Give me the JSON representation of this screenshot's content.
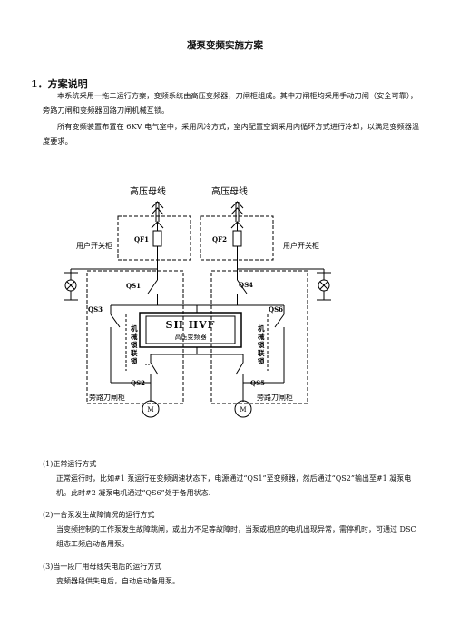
{
  "document": {
    "title": "凝泵变频实施方案",
    "section_heading": "1．方案说明",
    "paragraph1": "本系统采用一拖二运行方案，变频系统由高压变频器，刀闸柜组成。其中刀闸柜均采用手动刀闸（安全可靠），旁路刀闸和变频器回路刀闸机械互锁。",
    "paragraph2": "所有变频装置布置在 6KV 电气室中，采用风冷方式，室内配置空调采用内循环方式进行冷却，以满足变频器温度要求。",
    "item1_title": "(1)正常运行方式",
    "item1_text": "正常运行时，比如#1 泵运行在变频调速状态下，电源通过“QS1”至变频器，然后通过“QS2”输出至#1 凝泵电机。此时#2 凝泵电机通过“QS6”处于备用状态.",
    "item2_title": "(2)一台泵发生故障情况的运行方式",
    "item2_text": "当变频控制的工作泵发生故障跳闸，或出力不足等故障时，当泵或相应的电机出现异常，需停机时，可通过 DSC 组态工频启动备用泵。",
    "item3_title": "(3)当一段厂用母线失电后的运行方式",
    "item3_text": "变频器段供失电后，自动启动备用泵。"
  },
  "diagram": {
    "bus_left": "高压母线",
    "bus_right": "高压母线",
    "user_cabinet_left": "用户开关柜",
    "user_cabinet_right": "用户开关柜",
    "qf1": "QF1",
    "qf2": "QF2",
    "qs1": "QS1",
    "qs2": "QS2",
    "qs3": "QS3",
    "qs4": "QS4",
    "qs5": "QS5",
    "qs6": "QS6",
    "vfd_title": "SH HVF",
    "vfd_subtitle": "高压变频器",
    "interlock_left": [
      "机",
      "械",
      "锁",
      "联",
      "锁"
    ],
    "interlock_right": [
      "机",
      "械",
      "锁",
      "联",
      "锁"
    ],
    "bypass_left": "旁路刀闸柜",
    "bypass_right": "旁路刀闸柜",
    "motor_left": "M",
    "motor_right": "M"
  }
}
